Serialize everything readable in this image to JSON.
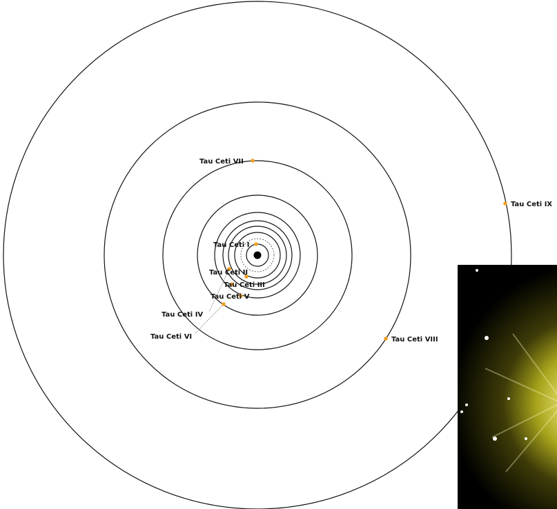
{
  "colors": {
    "background": "#ffffff",
    "orbit": "#111111",
    "planet": "#f0a020",
    "star": "#000000"
  },
  "star": {
    "icon": "star-dot"
  },
  "planets": [
    {
      "label": "Tau Ceti I"
    },
    {
      "label": "Tau Ceti II"
    },
    {
      "label": "Tau Ceti III"
    },
    {
      "label": "Tau Ceti IV"
    },
    {
      "label": "Tau Ceti V"
    },
    {
      "label": "Tau Ceti VI"
    },
    {
      "label": "Tau Ceti VII"
    },
    {
      "label": "Tau Ceti VIII"
    },
    {
      "label": "Tau Ceti IX"
    }
  ],
  "photo": {
    "description_icon": "star-glow-photo"
  }
}
